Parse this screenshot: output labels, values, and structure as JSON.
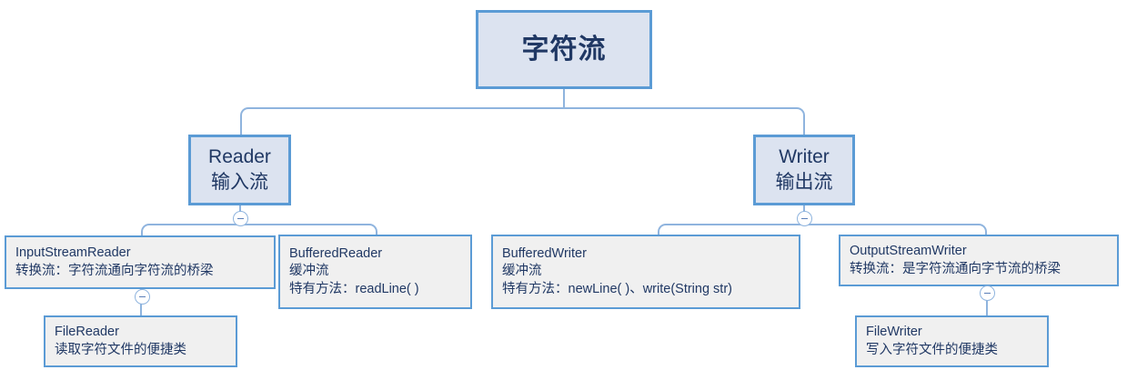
{
  "diagram": {
    "title": "字符流",
    "type": "tree",
    "nodes": {
      "root": {
        "label": "字符流",
        "lines": [
          "字符流"
        ]
      },
      "reader": {
        "lines": [
          "Reader",
          "输入流"
        ]
      },
      "writer": {
        "lines": [
          "Writer",
          "输出流"
        ]
      },
      "input_stream_reader": {
        "lines": [
          "InputStreamReader",
          "转换流：字符流通向字符流的桥梁"
        ]
      },
      "buffered_reader": {
        "lines": [
          "BufferedReader",
          "缓冲流",
          "特有方法：readLine( )"
        ]
      },
      "buffered_writer": {
        "lines": [
          "BufferedWriter",
          "缓冲流",
          "特有方法：newLine( )、write(String str)"
        ]
      },
      "output_stream_writer": {
        "lines": [
          "OutputStreamWriter",
          "转换流：是字符流通向字节流的桥梁"
        ]
      },
      "file_reader": {
        "lines": [
          "FileReader",
          "读取字符文件的便捷类"
        ]
      },
      "file_writer": {
        "lines": [
          "FileWriter",
          "写入字符文件的便捷类"
        ]
      }
    },
    "collapse_controls": [
      {
        "name": "collapse-reader",
        "glyph": "minus-circle-icon"
      },
      {
        "name": "collapse-writer",
        "glyph": "minus-circle-icon"
      },
      {
        "name": "collapse-input-stream-reader",
        "glyph": "minus-circle-icon"
      },
      {
        "name": "collapse-output-stream-writer",
        "glyph": "minus-circle-icon"
      }
    ],
    "colors": {
      "border": "#5B9BD5",
      "node_fill_primary": "#DCE3F0",
      "node_fill_leaf": "#F0F0F0",
      "text": "#203864",
      "connector": "#8FB4DE",
      "background": "#FFFFFF"
    }
  }
}
